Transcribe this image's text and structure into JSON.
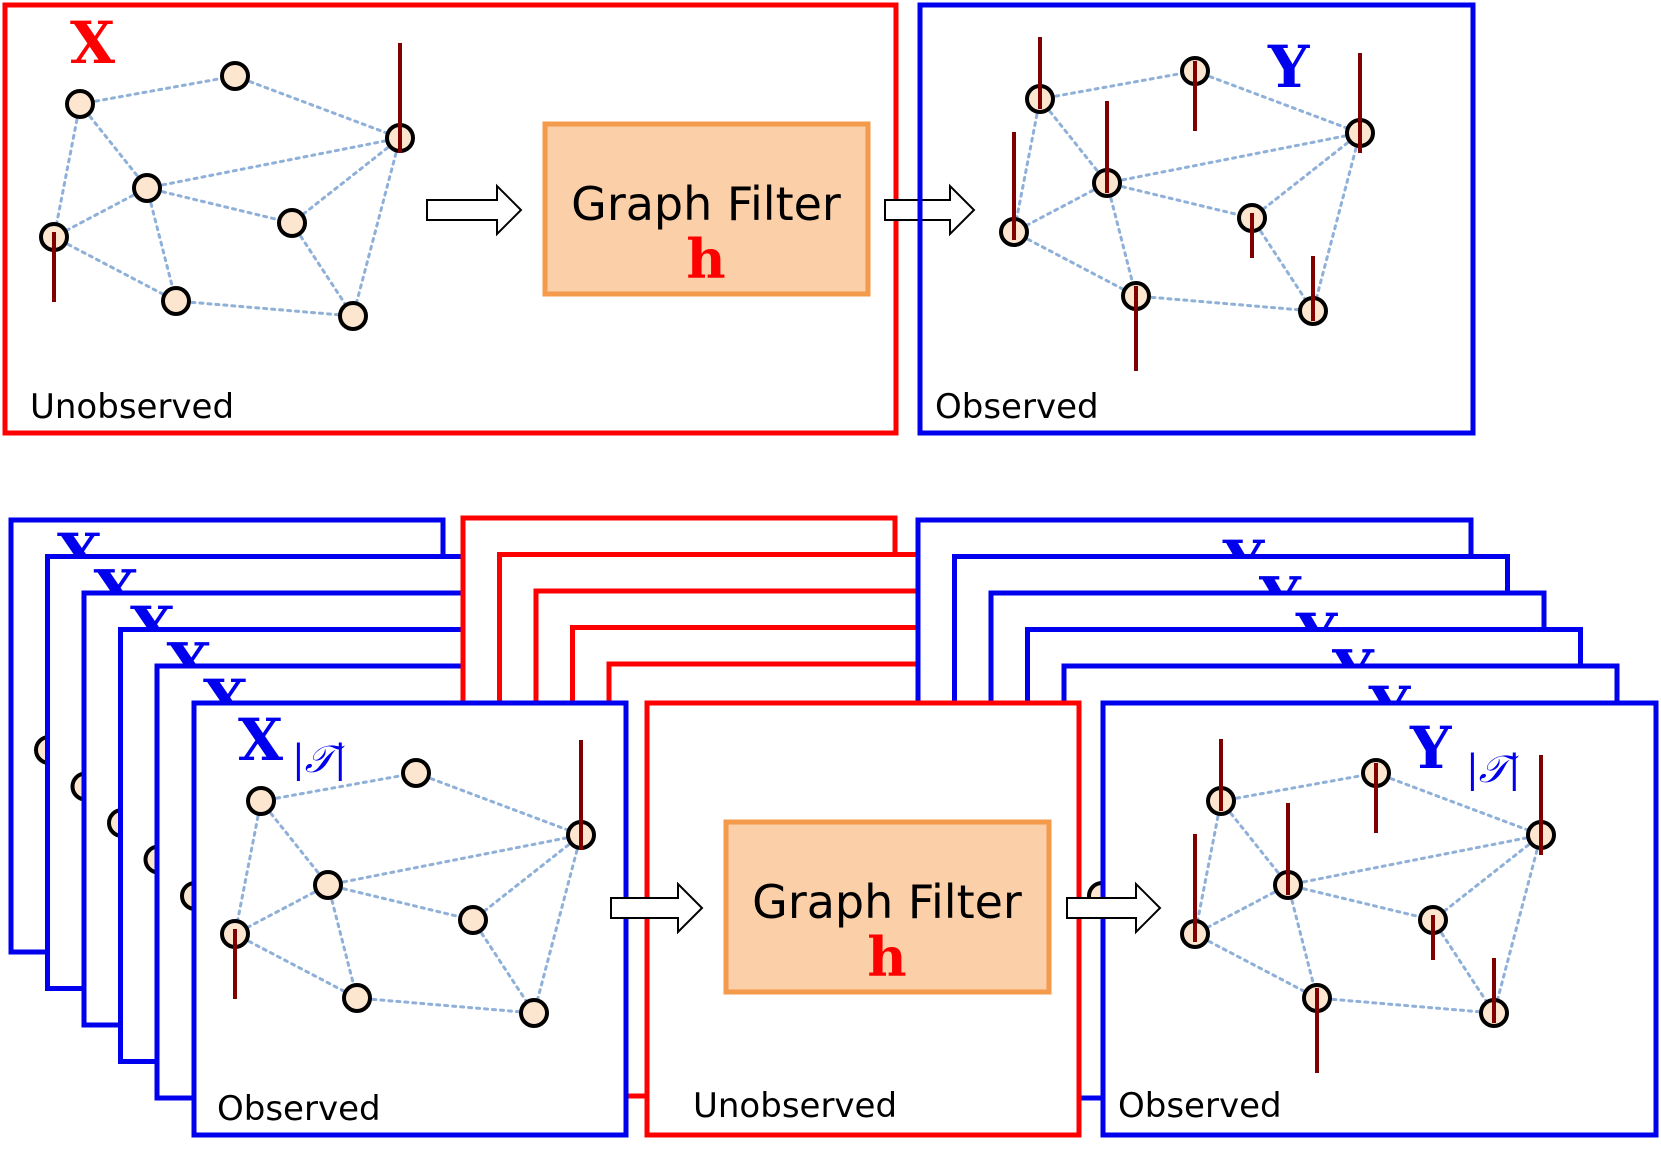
{
  "colors": {
    "unobserved_frame": "#ff0000",
    "observed_frame": "#0000ee",
    "filter_fill": "#fbcfa8",
    "filter_border": "#f39a4b",
    "node_fill": "#fde6cf",
    "node_stroke": "#000000",
    "edge": "#8fb0d8",
    "signal": "#800000",
    "label_x": "#ff0000",
    "label_y": "#0000ee",
    "label_h": "#ff0000"
  },
  "top_row": {
    "input_panel": {
      "label": "Unobserved",
      "signal_symbol": "X"
    },
    "filter": {
      "title": "Graph Filter",
      "symbol": "h"
    },
    "output_panel": {
      "label": "Observed",
      "signal_symbol": "Y"
    }
  },
  "bottom_row": {
    "input_panel": {
      "label": "Observed",
      "signal_symbol": "X",
      "subscript": "|𝒯|",
      "stack_symbol": "X"
    },
    "filter": {
      "title": "Graph Filter",
      "symbol": "h",
      "label": "Unobserved"
    },
    "output_panel": {
      "label": "Observed",
      "signal_symbol": "Y",
      "subscript": "|𝒯|",
      "stack_symbol": "Y"
    }
  },
  "icons": [
    "right-arrow-icon"
  ]
}
